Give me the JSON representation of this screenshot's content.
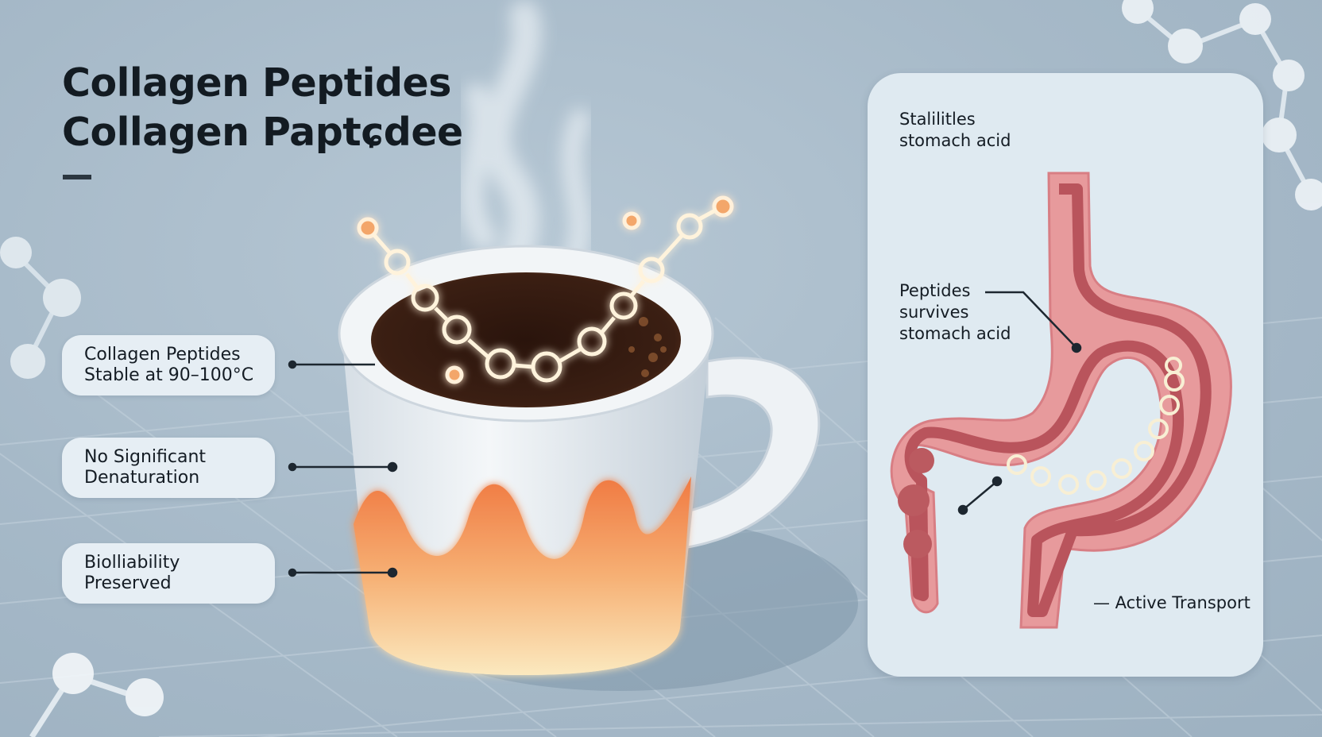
{
  "title": {
    "line1": "Collagen Peptides",
    "line2": "Collagen Paptɕdee"
  },
  "callouts": [
    {
      "line1": "Collagen Peptides",
      "line2": "Stable at 90–100°C"
    },
    {
      "line1": "No Significant",
      "line2": "Denaturation"
    },
    {
      "line1": "Biolliability",
      "line2": "Preserved"
    }
  ],
  "panel": {
    "top_label": {
      "line1": "Stalilitles",
      "line2": "stomach acid"
    },
    "mid_label": {
      "line1": "Peptides",
      "line2": "survives",
      "line3": "stomach acid"
    },
    "bottom_label": "— Active Transport"
  },
  "colors": {
    "background": "#a9bccb",
    "stomach": "#e79a9c",
    "stomach_dark": "#b8545b",
    "flame": "#f08a4e",
    "coffee": "#3a1e14"
  }
}
